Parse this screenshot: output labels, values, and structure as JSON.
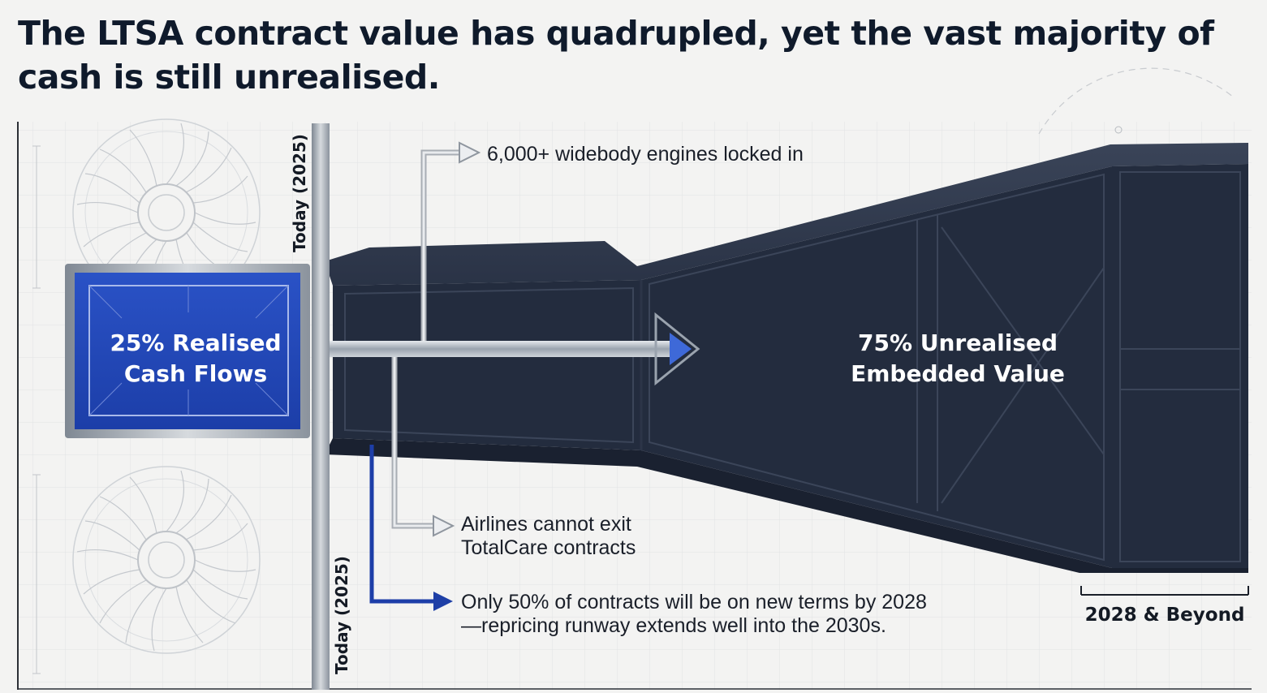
{
  "title": "The LTSA contract value has quadrupled, yet the vast majority of cash is still unrealised.",
  "timeline": {
    "today_top": "Today (2025)",
    "today_bottom": "Today (2025)",
    "future": "2028 & Beyond"
  },
  "realised": {
    "percent": 25,
    "line1": "25% Realised",
    "line2": "Cash Flows"
  },
  "unrealised": {
    "percent": 75,
    "line1": "75% Unrealised",
    "line2": "Embedded Value"
  },
  "callouts": {
    "engines": "6,000+ widebody engines locked in",
    "exit_line1": "Airlines cannot exit",
    "exit_line2": "TotalCare contracts",
    "terms_line1": "Only 50% of contracts will be on new terms by 2028",
    "terms_line2": "—repricing runway extends well into the 2030s."
  },
  "colors": {
    "navy": "#232c3e",
    "navy_dark": "#1a2130",
    "blue": "#2348b8",
    "blue_accent": "#1e3fa6",
    "steel": "#9aa2ad",
    "grid": "#d9dbdd"
  },
  "icons": [
    "turbine-fan-icon",
    "arrow-right-icon"
  ]
}
